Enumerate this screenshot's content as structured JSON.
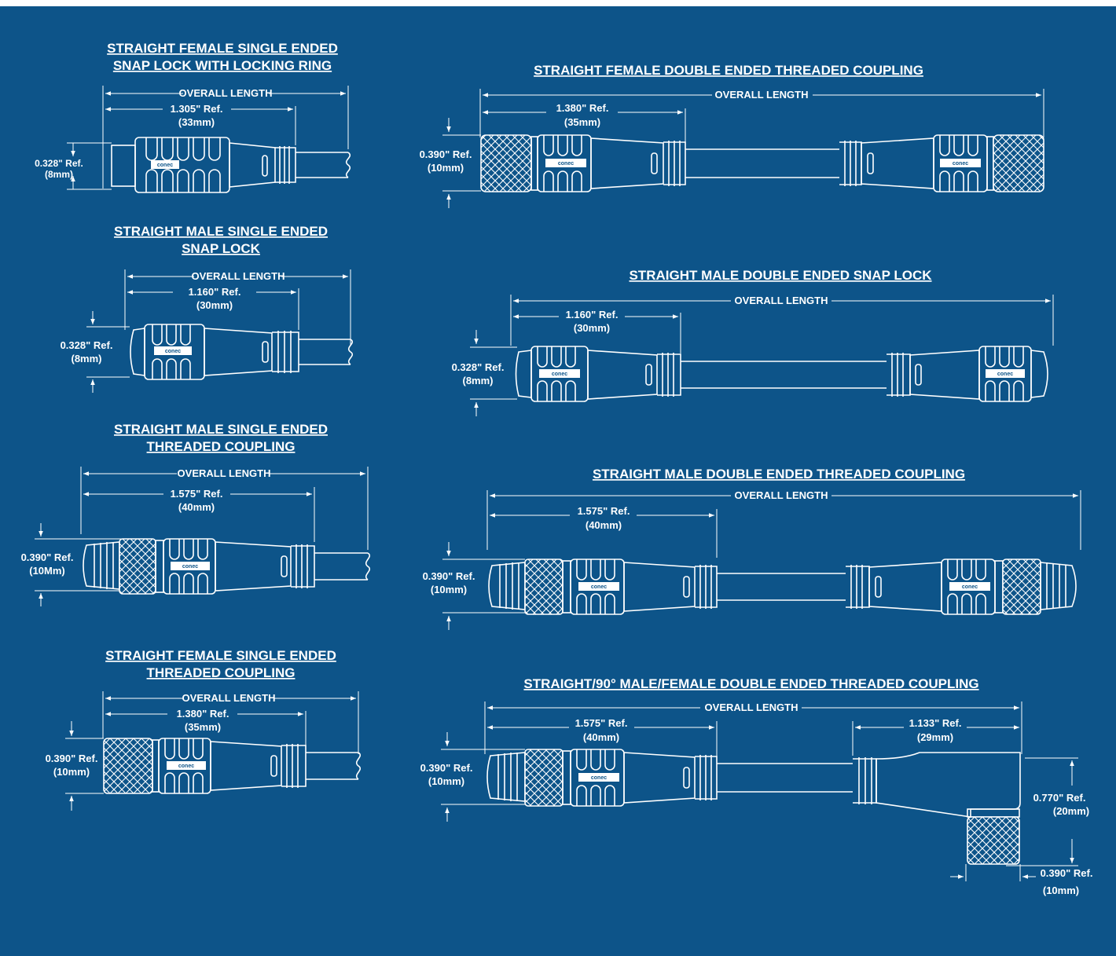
{
  "colors": {
    "background": "#0d5489",
    "line": "#ffffff"
  },
  "logo_text": "conec",
  "drawings": [
    {
      "title_lines": [
        "STRAIGHT FEMALE SINGLE ENDED",
        "SNAP LOCK WITH LOCKING RING"
      ],
      "overall": "OVERALL LENGTH",
      "ref_length": "1.305\" Ref.",
      "ref_length_mm": "(33mm)",
      "diameter": "0.328\" Ref.",
      "diameter_mm": "(8mm)"
    },
    {
      "title_lines": [
        "STRAIGHT MALE SINGLE ENDED",
        "SNAP LOCK"
      ],
      "overall": "OVERALL LENGTH",
      "ref_length": "1.160\" Ref.",
      "ref_length_mm": "(30mm)",
      "diameter": "0.328\" Ref.",
      "diameter_mm": "(8mm)"
    },
    {
      "title_lines": [
        "STRAIGHT MALE SINGLE ENDED",
        "THREADED COUPLING"
      ],
      "overall": "OVERALL LENGTH",
      "ref_length": "1.575\" Ref.",
      "ref_length_mm": "(40mm)",
      "diameter": "0.390\" Ref.",
      "diameter_mm": "(10Mm)"
    },
    {
      "title_lines": [
        "STRAIGHT FEMALE SINGLE ENDED",
        "THREADED COUPLING"
      ],
      "overall": "OVERALL LENGTH",
      "ref_length": "1.380\" Ref.",
      "ref_length_mm": "(35mm)",
      "diameter": "0.390\" Ref.",
      "diameter_mm": "(10mm)"
    },
    {
      "title_lines": [
        "STRAIGHT FEMALE DOUBLE ENDED THREADED COUPLING"
      ],
      "overall": "OVERALL LENGTH",
      "ref_length": "1.380\" Ref.",
      "ref_length_mm": "(35mm)",
      "diameter": "0.390\" Ref.",
      "diameter_mm": "(10mm)"
    },
    {
      "title_lines": [
        "STRAIGHT MALE DOUBLE ENDED SNAP LOCK"
      ],
      "overall": "OVERALL LENGTH",
      "ref_length": "1.160\" Ref.",
      "ref_length_mm": "(30mm)",
      "diameter": "0.328\" Ref.",
      "diameter_mm": "(8mm)"
    },
    {
      "title_lines": [
        "STRAIGHT MALE DOUBLE ENDED THREADED COUPLING"
      ],
      "overall": "OVERALL LENGTH",
      "ref_length": "1.575\" Ref.",
      "ref_length_mm": "(40mm)",
      "diameter": "0.390\" Ref.",
      "diameter_mm": "(10mm)"
    },
    {
      "title_lines": [
        "STRAIGHT/90° MALE/FEMALE DOUBLE ENDED THREADED COUPLING"
      ],
      "overall": "OVERALL LENGTH",
      "ref_length": "1.575\" Ref.",
      "ref_length_mm": "(40mm)",
      "diameter": "0.390\" Ref.",
      "diameter_mm": "(10mm)",
      "right_angle_length": "1.133\" Ref.",
      "right_angle_length_mm": "(29mm)",
      "right_angle_height": "0.770\" Ref.",
      "right_angle_height_mm": "(20mm)",
      "right_angle_diameter": "0.390\" Ref.",
      "right_angle_diameter_mm": "(10mm)"
    }
  ]
}
